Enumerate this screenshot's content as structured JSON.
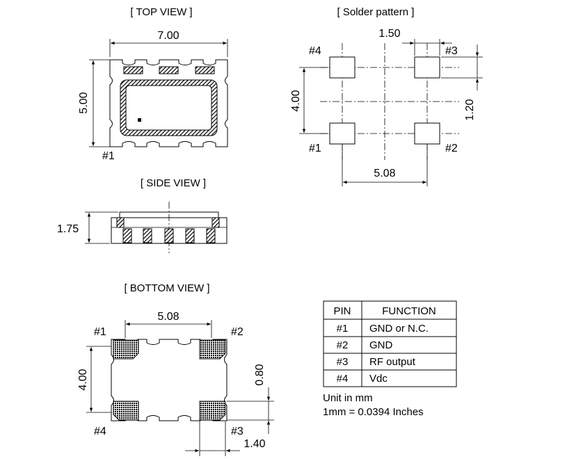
{
  "views": {
    "top": {
      "title": "[ TOP  VIEW ]",
      "width": "7.00",
      "height": "5.00",
      "pin1": "#1"
    },
    "solder": {
      "title": "[ Solder pattern ]",
      "pitch_x": "1.50",
      "pad_h": "1.20",
      "span_y": "4.00",
      "span_x": "5.08",
      "pin1": "#1",
      "pin2": "#2",
      "pin3": "#3",
      "pin4": "#4"
    },
    "side": {
      "title": "[ SIDE  VIEW ]",
      "height": "1.75"
    },
    "bottom": {
      "title": "[ BOTTOM  VIEW ]",
      "span_x": "5.08",
      "span_y": "4.00",
      "pad_h": "0.80",
      "pad_w": "1.40",
      "pin1": "#1",
      "pin2": "#2",
      "pin3": "#3",
      "pin4": "#4"
    }
  },
  "pin_table": {
    "headers": [
      "PIN",
      "FUNCTION"
    ],
    "rows": [
      [
        "#1",
        "GND or N.C."
      ],
      [
        "#2",
        "GND"
      ],
      [
        "#3",
        "RF output"
      ],
      [
        "#4",
        "Vdc"
      ]
    ]
  },
  "notes": {
    "unit": "Unit in mm",
    "conversion": "1mm = 0.0394 Inches"
  }
}
